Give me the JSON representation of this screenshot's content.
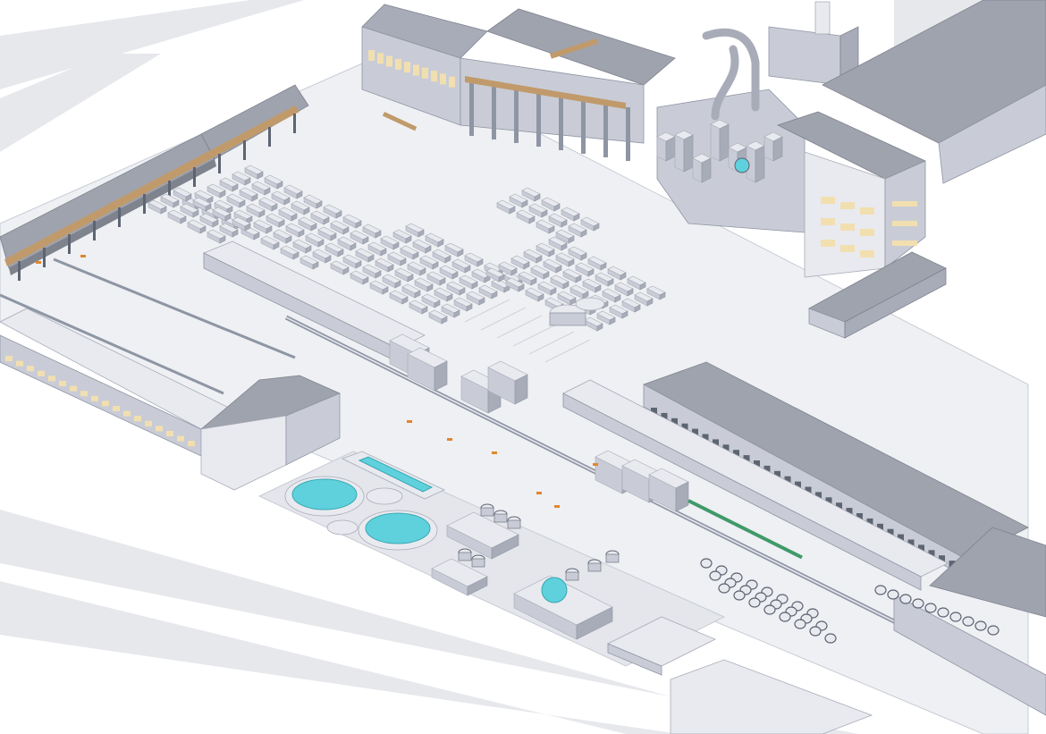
{
  "illustration": {
    "style": "isometric cutaway",
    "colors": {
      "background": "#ffffff",
      "ground_stripe": "#e6e8ec",
      "floor": "#eef0f3",
      "floor_edge": "#c7ccd4",
      "roof": "#9fa3ae",
      "roof_dark": "#7e838e",
      "wall_light": "#e9eaef",
      "wall_mid": "#c9ccd6",
      "wall_dark": "#a8acb8",
      "machine": "#8e95a3",
      "machine_dark": "#5d6472",
      "window": "#f2dfb0",
      "crane_rail": "#c19a6b",
      "water": "#5ed1dd",
      "conveyor_green": "#3f9a6a",
      "accent_orange": "#e0862f"
    }
  },
  "areas": [
    {
      "id": "steelmaking-hall",
      "icon": "building-icon"
    },
    {
      "id": "converter-plant",
      "icon": "ladle-icon"
    },
    {
      "id": "exhaust-stacks",
      "icon": "chimney-icon"
    },
    {
      "id": "slab-yard-left",
      "icon": "warehouse-icon"
    },
    {
      "id": "slab-storage-center",
      "icon": "grid-icon"
    },
    {
      "id": "office-building-right",
      "icon": "office-icon"
    },
    {
      "id": "rolling-mill-stands",
      "icon": "roller-icon"
    },
    {
      "id": "finishing-hall-right",
      "icon": "warehouse-icon"
    },
    {
      "id": "coil-storage",
      "icon": "coil-icon"
    },
    {
      "id": "water-treatment-plant",
      "icon": "water-tank-icon"
    },
    {
      "id": "cooling-basin",
      "icon": "basin-icon"
    },
    {
      "id": "compressor-units",
      "icon": "pump-icon"
    },
    {
      "id": "hall-left-front",
      "icon": "warehouse-icon"
    }
  ]
}
